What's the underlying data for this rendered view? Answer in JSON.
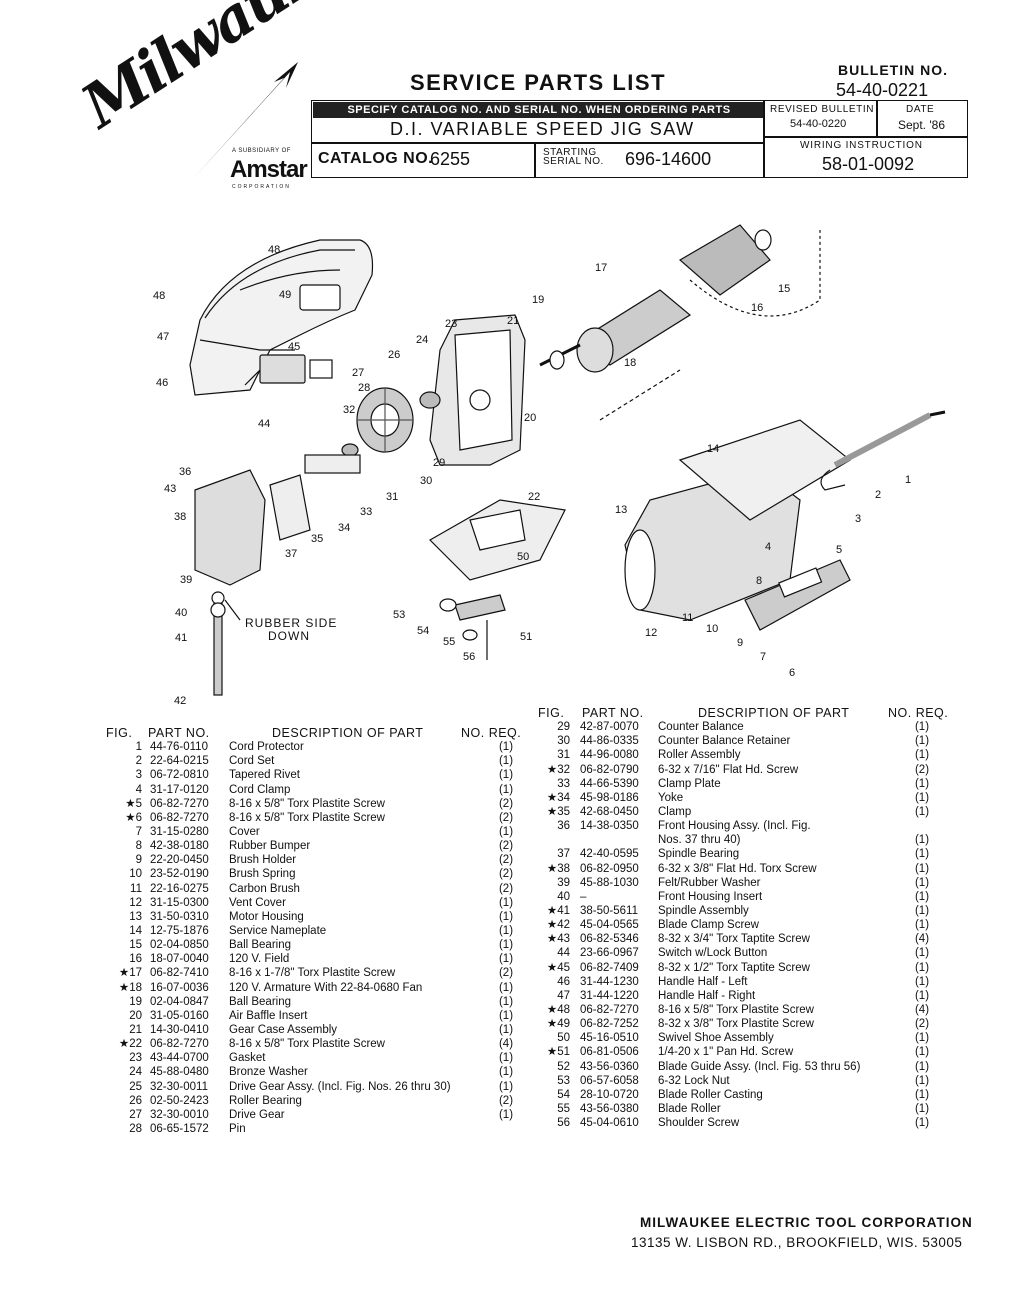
{
  "header": {
    "logo_text": "Milwaukee",
    "amstar_small": "A SUBSIDIARY OF",
    "amstar": "Amstar",
    "amstar_corp": "CORPORATION",
    "title": "SERVICE PARTS LIST",
    "bulletin_label": "BULLETIN NO.",
    "bulletin_no": "54-40-0221",
    "specify_bar": "SPECIFY CATALOG NO. AND SERIAL NO. WHEN ORDERING PARTS",
    "tool_name": "D.I. VARIABLE SPEED JIG SAW",
    "catalog_label": "CATALOG NO.",
    "catalog_no": "6255",
    "starting_label_1": "STARTING",
    "starting_label_2": "SERIAL NO.",
    "serial_no": "696-14600",
    "revised_label": "REVISED BULLETIN",
    "revised_value": "54-40-0220",
    "date_label": "DATE",
    "date_value": "Sept. '86",
    "wiring_label": "WIRING INSTRUCTION",
    "wiring_value": "58-01-0092"
  },
  "diagram": {
    "rubber_side_1": "RUBBER SIDE",
    "rubber_side_2": "DOWN",
    "callouts": [
      "1",
      "2",
      "3",
      "4",
      "5",
      "6",
      "7",
      "8",
      "9",
      "10",
      "11",
      "12",
      "13",
      "14",
      "15",
      "16",
      "17",
      "18",
      "19",
      "20",
      "21",
      "22",
      "23",
      "24",
      "26",
      "27",
      "28",
      "29",
      "30",
      "31",
      "32",
      "33",
      "34",
      "35",
      "36",
      "37",
      "38",
      "39",
      "40",
      "41",
      "42",
      "43",
      "44",
      "45",
      "46",
      "47",
      "48",
      "49",
      "50",
      "51",
      "53",
      "54",
      "55",
      "56"
    ]
  },
  "table_headers": {
    "fig": "FIG.",
    "part_no": "PART NO.",
    "description": "DESCRIPTION OF PART",
    "no_req": "NO. REQ."
  },
  "parts_left": [
    {
      "star": "",
      "fig": "1",
      "part": "44-76-0110",
      "desc": "Cord Protector",
      "req": "(1)"
    },
    {
      "star": "",
      "fig": "2",
      "part": "22-64-0215",
      "desc": "Cord Set",
      "req": "(1)"
    },
    {
      "star": "",
      "fig": "3",
      "part": "06-72-0810",
      "desc": "Tapered Rivet",
      "req": "(1)"
    },
    {
      "star": "",
      "fig": "4",
      "part": "31-17-0120",
      "desc": "Cord Clamp",
      "req": "(1)"
    },
    {
      "star": "★",
      "fig": "5",
      "part": "06-82-7270",
      "desc": "8-16 x 5/8\" Torx Plastite Screw",
      "req": "(2)"
    },
    {
      "star": "★",
      "fig": "6",
      "part": "06-82-7270",
      "desc": "8-16 x 5/8\" Torx Plastite Screw",
      "req": "(2)"
    },
    {
      "star": "",
      "fig": "7",
      "part": "31-15-0280",
      "desc": "Cover",
      "req": "(1)"
    },
    {
      "star": "",
      "fig": "8",
      "part": "42-38-0180",
      "desc": "Rubber Bumper",
      "req": "(2)"
    },
    {
      "star": "",
      "fig": "9",
      "part": "22-20-0450",
      "desc": "Brush Holder",
      "req": "(2)"
    },
    {
      "star": "",
      "fig": "10",
      "part": "23-52-0190",
      "desc": "Brush Spring",
      "req": "(2)"
    },
    {
      "star": "",
      "fig": "11",
      "part": "22-16-0275",
      "desc": "Carbon Brush",
      "req": "(2)"
    },
    {
      "star": "",
      "fig": "12",
      "part": "31-15-0300",
      "desc": "Vent Cover",
      "req": "(1)"
    },
    {
      "star": "",
      "fig": "13",
      "part": "31-50-0310",
      "desc": "Motor Housing",
      "req": "(1)"
    },
    {
      "star": "",
      "fig": "14",
      "part": "12-75-1876",
      "desc": "Service Nameplate",
      "req": "(1)"
    },
    {
      "star": "",
      "fig": "15",
      "part": "02-04-0850",
      "desc": "Ball Bearing",
      "req": "(1)"
    },
    {
      "star": "",
      "fig": "16",
      "part": "18-07-0040",
      "desc": "120 V. Field",
      "req": "(1)"
    },
    {
      "star": "★",
      "fig": "17",
      "part": "06-82-7410",
      "desc": "8-16 x 1-7/8\" Torx Plastite Screw",
      "req": "(2)"
    },
    {
      "star": "★",
      "fig": "18",
      "part": "16-07-0036",
      "desc": "120 V. Armature With 22-84-0680 Fan",
      "req": "(1)"
    },
    {
      "star": "",
      "fig": "19",
      "part": "02-04-0847",
      "desc": "Ball Bearing",
      "req": "(1)"
    },
    {
      "star": "",
      "fig": "20",
      "part": "31-05-0160",
      "desc": "Air Baffle Insert",
      "req": "(1)"
    },
    {
      "star": "",
      "fig": "21",
      "part": "14-30-0410",
      "desc": "Gear Case Assembly",
      "req": "(1)"
    },
    {
      "star": "★",
      "fig": "22",
      "part": "06-82-7270",
      "desc": "8-16 x 5/8\" Torx Plastite Screw",
      "req": "(4)"
    },
    {
      "star": "",
      "fig": "23",
      "part": "43-44-0700",
      "desc": "Gasket",
      "req": "(1)"
    },
    {
      "star": "",
      "fig": "24",
      "part": "45-88-0480",
      "desc": "Bronze Washer",
      "req": "(1)"
    },
    {
      "star": "",
      "fig": "25",
      "part": "32-30-0011",
      "desc": "Drive Gear Assy. (Incl. Fig. Nos. 26 thru 30)",
      "req": "(1)"
    },
    {
      "star": "",
      "fig": "26",
      "part": "02-50-2423",
      "desc": "Roller Bearing",
      "req": "(2)"
    },
    {
      "star": "",
      "fig": "27",
      "part": "32-30-0010",
      "desc": "Drive Gear",
      "req": "(1)"
    },
    {
      "star": "",
      "fig": "28",
      "part": "06-65-1572",
      "desc": "Pin",
      "req": ""
    }
  ],
  "parts_right": [
    {
      "star": "",
      "fig": "29",
      "part": "42-87-0070",
      "desc": "Counter Balance",
      "req": "(1)"
    },
    {
      "star": "",
      "fig": "30",
      "part": "44-86-0335",
      "desc": "Counter Balance Retainer",
      "req": "(1)"
    },
    {
      "star": "",
      "fig": "31",
      "part": "44-96-0080",
      "desc": "Roller Assembly",
      "req": "(1)"
    },
    {
      "star": "★",
      "fig": "32",
      "part": "06-82-0790",
      "desc": "6-32 x 7/16\" Flat Hd. Screw",
      "req": "(2)"
    },
    {
      "star": "",
      "fig": "33",
      "part": "44-66-5390",
      "desc": "Clamp Plate",
      "req": "(1)"
    },
    {
      "star": "★",
      "fig": "34",
      "part": "45-98-0186",
      "desc": "Yoke",
      "req": "(1)"
    },
    {
      "star": "★",
      "fig": "35",
      "part": "42-68-0450",
      "desc": "Clamp",
      "req": "(1)"
    },
    {
      "star": "",
      "fig": "36",
      "part": "14-38-0350",
      "desc": "Front Housing Assy. (Incl. Fig.",
      "req": ""
    },
    {
      "star": "",
      "fig": "",
      "part": "",
      "desc": "Nos. 37 thru 40)",
      "req": "(1)"
    },
    {
      "star": "",
      "fig": "37",
      "part": "42-40-0595",
      "desc": "Spindle Bearing",
      "req": "(1)"
    },
    {
      "star": "★",
      "fig": "38",
      "part": "06-82-0950",
      "desc": "6-32 x 3/8\" Flat Hd. Torx Screw",
      "req": "(1)"
    },
    {
      "star": "",
      "fig": "39",
      "part": "45-88-1030",
      "desc": "Felt/Rubber Washer",
      "req": "(1)"
    },
    {
      "star": "",
      "fig": "40",
      "part": "–",
      "desc": "Front Housing Insert",
      "req": "(1)"
    },
    {
      "star": "★",
      "fig": "41",
      "part": "38-50-5611",
      "desc": "Spindle Assembly",
      "req": "(1)"
    },
    {
      "star": "★",
      "fig": "42",
      "part": "45-04-0565",
      "desc": "Blade Clamp Screw",
      "req": "(1)"
    },
    {
      "star": "★",
      "fig": "43",
      "part": "06-82-5346",
      "desc": "8-32 x 3/4\" Torx Taptite Screw",
      "req": "(4)"
    },
    {
      "star": "",
      "fig": "44",
      "part": "23-66-0967",
      "desc": "Switch w/Lock Button",
      "req": "(1)"
    },
    {
      "star": "★",
      "fig": "45",
      "part": "06-82-7409",
      "desc": "8-32 x 1/2\" Torx Taptite Screw",
      "req": "(1)"
    },
    {
      "star": "",
      "fig": "46",
      "part": "31-44-1230",
      "desc": "Handle Half - Left",
      "req": "(1)"
    },
    {
      "star": "",
      "fig": "47",
      "part": "31-44-1220",
      "desc": "Handle Half - Right",
      "req": "(1)"
    },
    {
      "star": "★",
      "fig": "48",
      "part": "06-82-7270",
      "desc": "8-16 x 5/8\" Torx Plastite Screw",
      "req": "(4)"
    },
    {
      "star": "★",
      "fig": "49",
      "part": "06-82-7252",
      "desc": "8-32 x 3/8\" Torx Plastite Screw",
      "req": "(2)"
    },
    {
      "star": "",
      "fig": "50",
      "part": "45-16-0510",
      "desc": "Swivel Shoe Assembly",
      "req": "(1)"
    },
    {
      "star": "★",
      "fig": "51",
      "part": "06-81-0506",
      "desc": "1/4-20 x 1\" Pan Hd. Screw",
      "req": "(1)"
    },
    {
      "star": "",
      "fig": "52",
      "part": "43-56-0360",
      "desc": "Blade Guide Assy. (Incl. Fig. 53 thru 56)",
      "req": "(1)"
    },
    {
      "star": "",
      "fig": "53",
      "part": "06-57-6058",
      "desc": "6-32 Lock Nut",
      "req": "(1)"
    },
    {
      "star": "",
      "fig": "54",
      "part": "28-10-0720",
      "desc": "Blade Roller Casting",
      "req": "(1)"
    },
    {
      "star": "",
      "fig": "55",
      "part": "43-56-0380",
      "desc": "Blade Roller",
      "req": "(1)"
    },
    {
      "star": "",
      "fig": "56",
      "part": "45-04-0610",
      "desc": "Shoulder Screw",
      "req": "(1)"
    }
  ],
  "footer": {
    "company": "MILWAUKEE ELECTRIC TOOL CORPORATION",
    "address": "13135 W. LISBON RD., BROOKFIELD, WIS. 53005"
  }
}
